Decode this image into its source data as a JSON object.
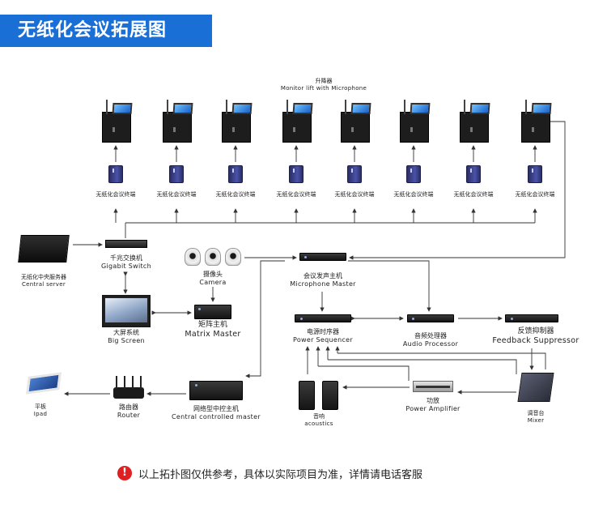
{
  "title": "无纸化会议拓展图",
  "lift_header": {
    "cn": "升降器",
    "en": "Monitor lift with Microphone"
  },
  "terminal_label": "无纸化会议终端",
  "terminals": [
    "无纸化会议终端",
    "无纸化会议终端",
    "无纸化会议终端",
    "无纸化会议终端",
    "无纸化会议终端",
    "无纸化会议终端",
    "无纸化会议终端",
    "无纸化会议终端"
  ],
  "central_server": {
    "cn": "无纸化中央服务器",
    "en": "Central server"
  },
  "gigabit_switch": {
    "cn": "千兆交换机",
    "en": "Gigabit Switch"
  },
  "camera": {
    "cn": "摄像头",
    "en": "Camera"
  },
  "microphone_master": {
    "cn": "会议发声主机",
    "en": "Microphone Master"
  },
  "big_screen": {
    "cn": "大屏系统",
    "en": "Big Screen"
  },
  "matrix_master": {
    "cn": "矩阵主机",
    "en": "Matrix Master"
  },
  "power_sequencer": {
    "cn": "电源时序器",
    "en": "Power Sequencer"
  },
  "audio_processor": {
    "cn": "音频处理器",
    "en": "Audio Processor"
  },
  "feedback_suppressor": {
    "cn": "反馈抑制器",
    "en": "Feedback Suppressor"
  },
  "ipad": {
    "cn": "平板",
    "en": "Ipad"
  },
  "router": {
    "cn": "路由器",
    "en": "Router"
  },
  "central_controlled": {
    "cn": "网络型中控主机",
    "en": "Central controlled master"
  },
  "acoustics": {
    "cn": "音响",
    "en": "acoustics"
  },
  "power_amplifier": {
    "cn": "功放",
    "en": "Power Amplifier"
  },
  "mixer": {
    "cn": "调音台",
    "en": "Mixer"
  },
  "note": {
    "icon": "!",
    "text": "以上拓扑图仅供参考，具体以实际项目为准，详情请电话客服"
  },
  "colors": {
    "title_bg": "#1a6fd6",
    "warn": "#e02020",
    "wire": "#333333"
  }
}
